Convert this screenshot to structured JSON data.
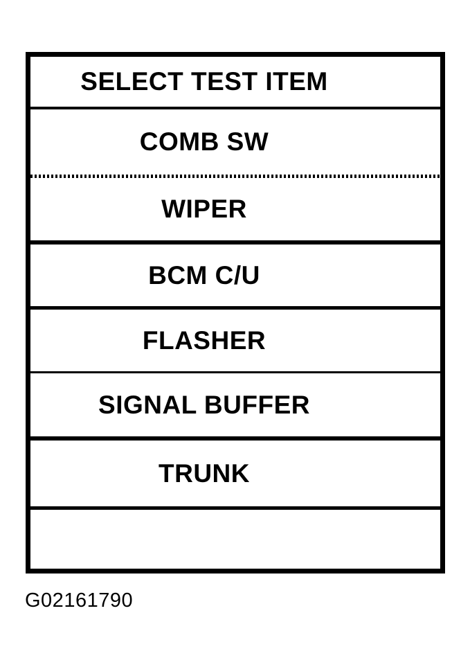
{
  "screen": {
    "title": "SELECT TEST ITEM",
    "items": [
      {
        "label": "COMB SW"
      },
      {
        "label": "WIPER"
      },
      {
        "label": "BCM C/U"
      },
      {
        "label": "FLASHER"
      },
      {
        "label": "SIGNAL BUFFER"
      },
      {
        "label": "TRUNK"
      },
      {
        "label": ""
      }
    ]
  },
  "figure_id": "G02161790",
  "colors": {
    "foreground": "#000000",
    "background": "#ffffff"
  }
}
